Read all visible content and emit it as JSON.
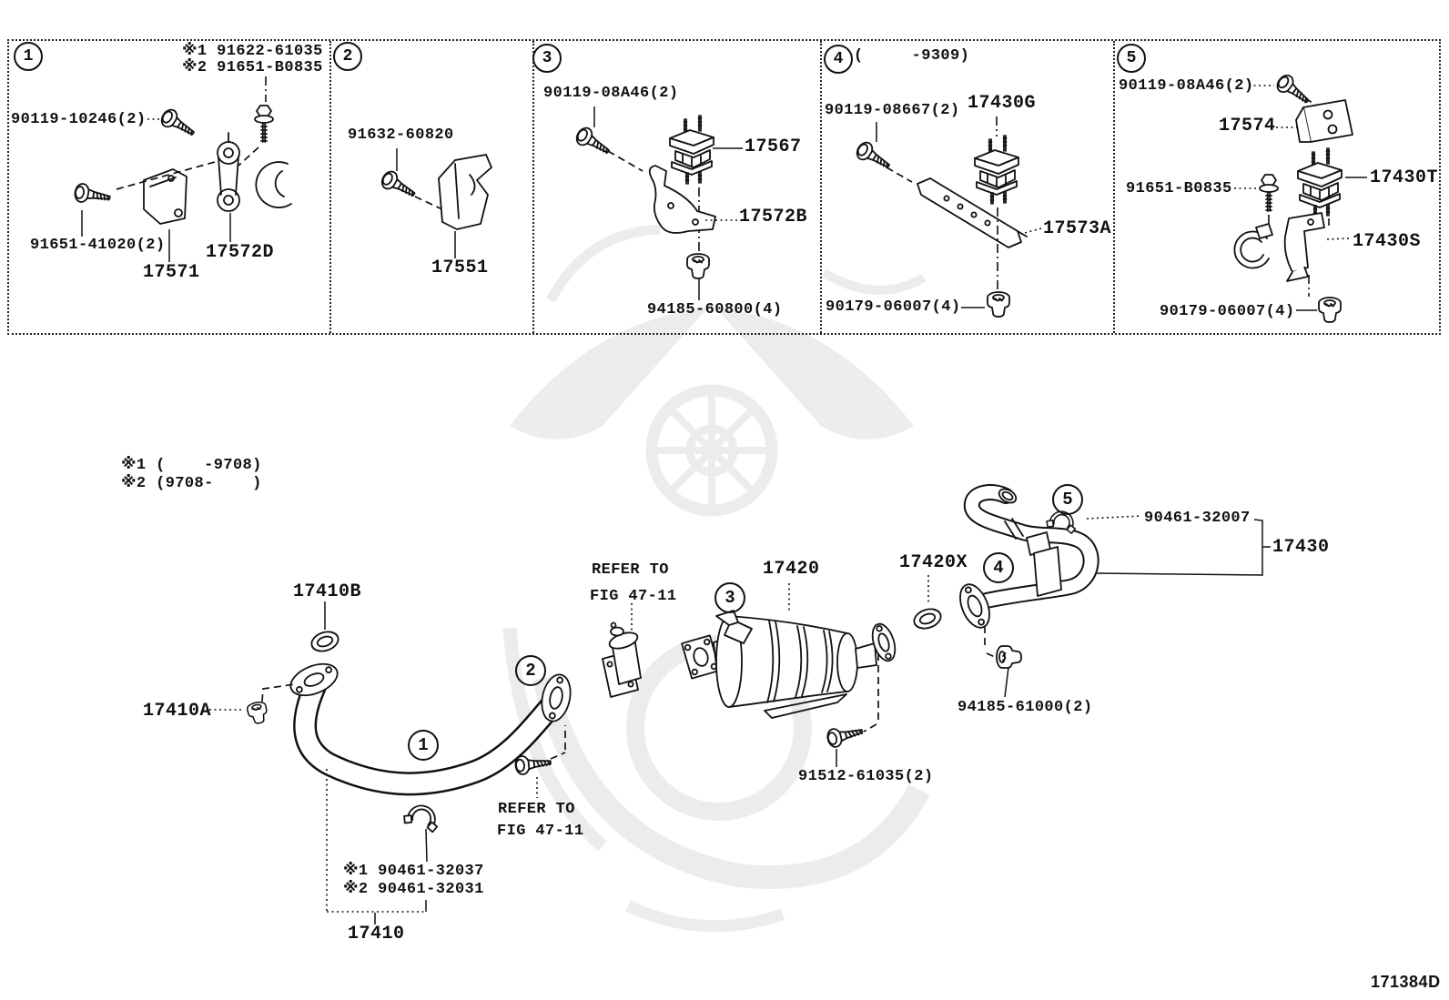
{
  "doc": {
    "footer_code": "171384D"
  },
  "callout_boxes": [
    {
      "num": "1",
      "labels": {
        "note1": "※1 91622-61035",
        "note2": "※2 91651-B0835",
        "bolt": "90119-10246(2)",
        "bolt2": "91651-41020(2)",
        "link": "17572D",
        "bracket": "17571"
      }
    },
    {
      "num": "2",
      "labels": {
        "bolt": "91632-60820",
        "shield": "17551"
      }
    },
    {
      "num": "3",
      "labels": {
        "bolt": "90119-08A46(2)",
        "insulator": "17567",
        "bracket": "17572B",
        "grommet": "94185-60800(4)"
      }
    },
    {
      "num": "4",
      "range": "(     -9309)",
      "labels": {
        "bolt": "90119-08667(2)",
        "insulator": "17430G",
        "brace": "17573A",
        "grommet": "90179-06007(4)"
      }
    },
    {
      "num": "5",
      "labels": {
        "bolt": "90119-08A46(2)",
        "bracket": "17574",
        "stud": "91651-B0835",
        "insulator": "17430T",
        "hanger": "17430S",
        "grommet": "90179-06007(4)"
      }
    }
  ],
  "main": {
    "notes": {
      "n1": "※1 (    -9708)",
      "n2": "※2 (9708-    )"
    },
    "callouts": {
      "c1": "1",
      "c2": "2",
      "c3": "3",
      "c4": "4",
      "c5": "5"
    },
    "labels": {
      "gasket_front": "17410B",
      "nut_front": "17410A",
      "refer1_l1": "REFER TO",
      "refer1_l2": "FIG 47-11",
      "muffler": "17420",
      "gasket_rear": "17420X",
      "clamp_rear": "90461-32007",
      "tailpipe": "17430",
      "grommet_rear": "94185-61000(2)",
      "bolt_mid": "91512-61035(2)",
      "refer2_l1": "REFER TO",
      "refer2_l2": "FIG 47-11",
      "clamp_front_1": "※1 90461-32037",
      "clamp_front_2": "※2 90461-32031",
      "frontpipe": "17410"
    }
  }
}
